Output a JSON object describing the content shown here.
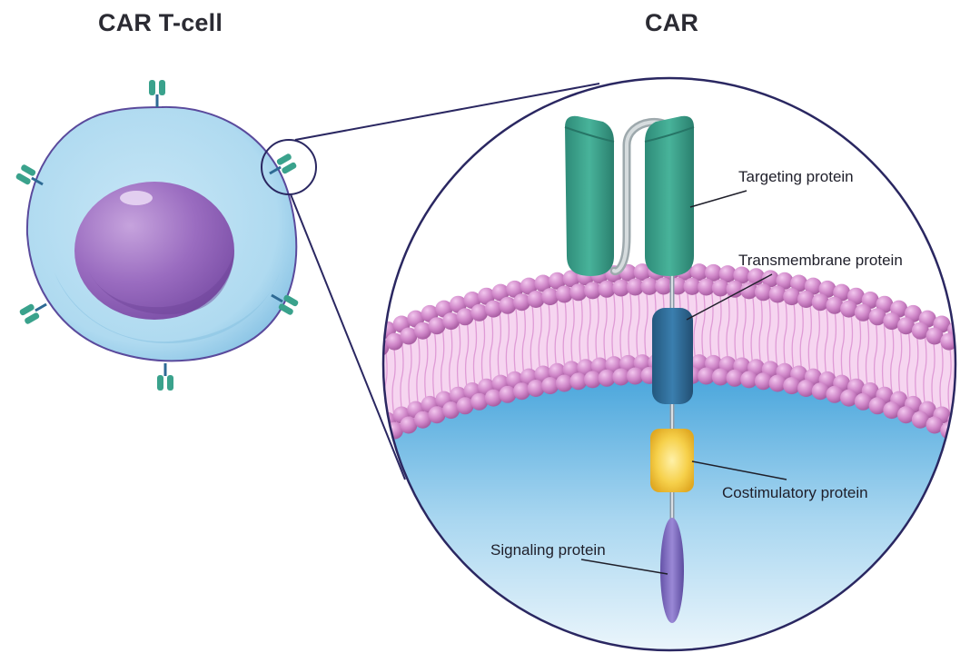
{
  "titles": {
    "cell": "CAR T-cell",
    "receptor": "CAR"
  },
  "labels": {
    "targeting": "Targeting protein",
    "transmembrane": "Transmembrane protein",
    "costimulatory": "Costimulatory protein",
    "signaling": "Signaling protein"
  },
  "colors": {
    "outline": "#2a2761",
    "cell_body": "#a9d6ee",
    "nucleus": "#8e60b6",
    "targeting": "#3aa28c",
    "transmembrane": "#2e6a94",
    "costimulatory": "#f0c330",
    "signaling": "#7a66b8",
    "lipid_head": "#c97bc2"
  }
}
